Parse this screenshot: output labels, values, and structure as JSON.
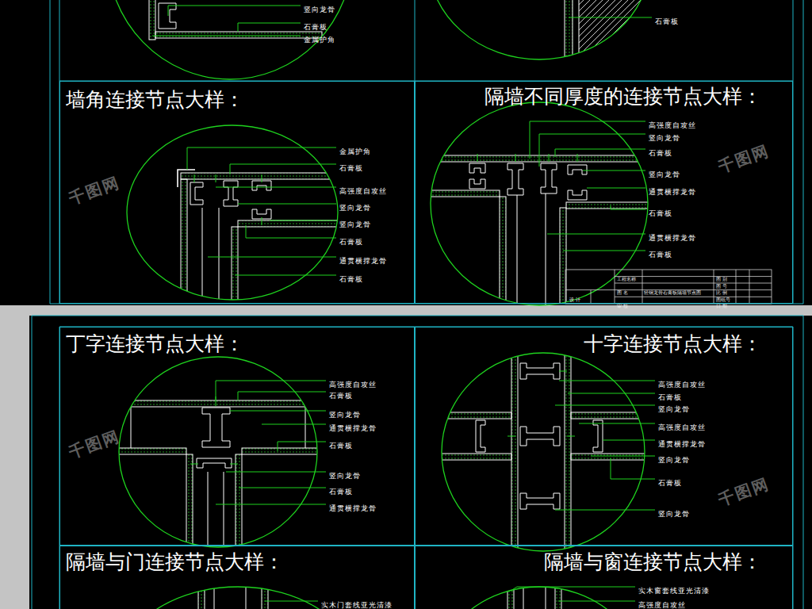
{
  "diagram": {
    "nodes": [
      {
        "text": [
          "墙角连接节点大样："
        ]
      },
      {
        "text": [
          "隔墙不同厚度的连接节点大样："
        ]
      },
      {
        "text": [
          "丁字连接节点大样："
        ]
      },
      {
        "text": [
          "十字连接节点大样："
        ]
      },
      {
        "text": [
          "隔墙与门连接节点大样："
        ]
      },
      {
        "text": [
          "隔墙与窗连接节点大样："
        ]
      }
    ],
    "labels": [
      "竖向龙骨",
      "石膏板",
      "金属护角",
      "石膏板",
      "金属护角",
      "石膏板",
      "高强度自攻丝",
      "竖向龙骨",
      "竖向龙骨",
      "石膏板",
      "通贯横撑龙骨",
      "石膏板",
      "高强度自攻丝",
      "竖向龙骨",
      "石膏板",
      "竖向龙骨",
      "通贯横撑龙骨",
      "石膏板",
      "通贯横撑龙骨",
      "石膏板",
      "工程名称",
      "图 名",
      "轻钢龙骨石膏板隔墙节点图",
      "设 计",
      "审 核",
      "图 别",
      "图 号",
      "比 例",
      "图纸号",
      "日 期",
      "高强度自攻丝",
      "石膏板",
      "竖向龙骨",
      "通贯横撑龙骨",
      "石膏板",
      "竖向龙骨",
      "石膏板",
      "通贯横撑龙骨",
      "高强度自攻丝",
      "石膏板",
      "竖向龙骨",
      "高强度自攻丝",
      "通贯横撑龙骨",
      "竖向龙骨",
      "石膏板",
      "竖向龙骨",
      "实木门套线亚光清漆",
      "实木窗套线亚光清漆",
      "高强度自攻丝",
      "千图网",
      "千图网",
      "千图网",
      "千图网"
    ]
  }
}
